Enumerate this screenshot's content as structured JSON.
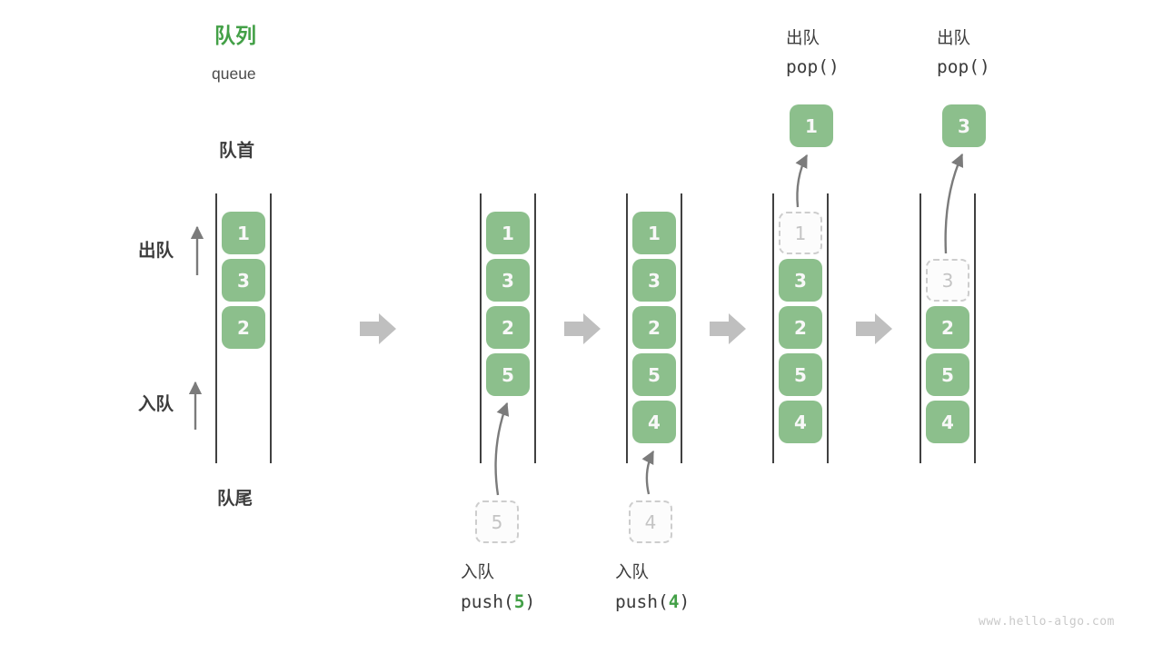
{
  "title": {
    "zh": "队列",
    "en": "queue"
  },
  "side_labels": {
    "front": "队首",
    "rear": "队尾",
    "dequeue": "出队",
    "enqueue": "入队"
  },
  "columns": [
    {
      "cells": [
        "1",
        "3",
        "2"
      ]
    },
    {
      "cells": [
        "1",
        "3",
        "2",
        "5"
      ],
      "incoming": "5"
    },
    {
      "cells": [
        "1",
        "3",
        "2",
        "5",
        "4"
      ],
      "incoming": "4"
    },
    {
      "cells": [
        "3",
        "2",
        "5",
        "4"
      ],
      "removed": "1",
      "popped": "1"
    },
    {
      "cells": [
        "2",
        "5",
        "4"
      ],
      "removed": "3",
      "popped": "3"
    }
  ],
  "operations": {
    "push_a": {
      "name": "入队",
      "code_open": "push(",
      "arg": "5",
      "code_close": ")"
    },
    "push_b": {
      "name": "入队",
      "code_open": "push(",
      "arg": "4",
      "code_close": ")"
    },
    "pop_a": {
      "name": "出队",
      "code": "pop()"
    },
    "pop_b": {
      "name": "出队",
      "code": "pop()"
    }
  },
  "watermark": "www.hello-algo.com",
  "colors": {
    "box_green": "#8CBF8C",
    "accent_green": "#43A047",
    "arrow_gray": "#BFBFBF",
    "rail_dark": "#414141"
  }
}
